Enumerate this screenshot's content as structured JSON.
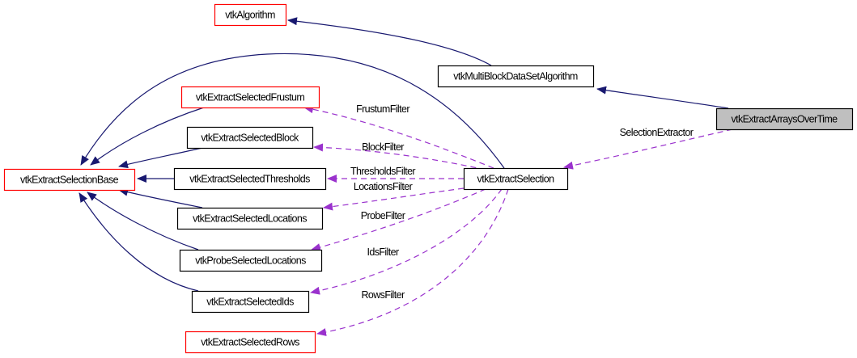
{
  "diagram": {
    "type": "collaboration-graph",
    "colors": {
      "inheritance_edge": "#191970",
      "usage_edge": "#9a32cd",
      "documented_border": "#000000",
      "undocumented_border": "#ff0000",
      "focus_fill": "#bfbfbf"
    },
    "nodes": [
      {
        "id": "vtkAlgorithm",
        "label": "vtkAlgorithm",
        "border": "red"
      },
      {
        "id": "vtkMultiBlockDataSetAlgorithm",
        "label": "vtkMultiBlockDataSetAlgorithm",
        "border": "black"
      },
      {
        "id": "vtkExtractArraysOverTime",
        "label": "vtkExtractArraysOverTime",
        "border": "black",
        "focus": true
      },
      {
        "id": "vtkExtractSelection",
        "label": "vtkExtractSelection",
        "border": "black"
      },
      {
        "id": "vtkExtractSelectionBase",
        "label": "vtkExtractSelectionBase",
        "border": "red"
      },
      {
        "id": "vtkExtractSelectedFrustum",
        "label": "vtkExtractSelectedFrustum",
        "border": "red"
      },
      {
        "id": "vtkExtractSelectedBlock",
        "label": "vtkExtractSelectedBlock",
        "border": "black"
      },
      {
        "id": "vtkExtractSelectedThresholds",
        "label": "vtkExtractSelectedThresholds",
        "border": "black"
      },
      {
        "id": "vtkExtractSelectedLocations",
        "label": "vtkExtractSelectedLocations",
        "border": "black"
      },
      {
        "id": "vtkProbeSelectedLocations",
        "label": "vtkProbeSelectedLocations",
        "border": "black"
      },
      {
        "id": "vtkExtractSelectedIds",
        "label": "vtkExtractSelectedIds",
        "border": "black"
      },
      {
        "id": "vtkExtractSelectedRows",
        "label": "vtkExtractSelectedRows",
        "border": "red"
      }
    ],
    "inheritance_edges": [
      {
        "from": "vtkMultiBlockDataSetAlgorithm",
        "to": "vtkAlgorithm"
      },
      {
        "from": "vtkExtractArraysOverTime",
        "to": "vtkMultiBlockDataSetAlgorithm"
      },
      {
        "from": "vtkExtractSelection",
        "to": "vtkExtractSelectionBase"
      },
      {
        "from": "vtkExtractSelectedFrustum",
        "to": "vtkExtractSelectionBase"
      },
      {
        "from": "vtkExtractSelectedBlock",
        "to": "vtkExtractSelectionBase"
      },
      {
        "from": "vtkExtractSelectedThresholds",
        "to": "vtkExtractSelectionBase"
      },
      {
        "from": "vtkExtractSelectedLocations",
        "to": "vtkExtractSelectionBase"
      },
      {
        "from": "vtkProbeSelectedLocations",
        "to": "vtkExtractSelectionBase"
      },
      {
        "from": "vtkExtractSelectedIds",
        "to": "vtkExtractSelectionBase"
      }
    ],
    "usage_edges": [
      {
        "from": "vtkExtractArraysOverTime",
        "to": "vtkExtractSelection",
        "label": "SelectionExtractor"
      },
      {
        "from": "vtkExtractSelection",
        "to": "vtkExtractSelectedFrustum",
        "label": "FrustumFilter"
      },
      {
        "from": "vtkExtractSelection",
        "to": "vtkExtractSelectedBlock",
        "label": "BlockFilter"
      },
      {
        "from": "vtkExtractSelection",
        "to": "vtkExtractSelectedThresholds",
        "label": "ThresholdsFilter"
      },
      {
        "from": "vtkExtractSelection",
        "to": "vtkExtractSelectedLocations",
        "label": "LocationsFilter"
      },
      {
        "from": "vtkExtractSelection",
        "to": "vtkProbeSelectedLocations",
        "label": "ProbeFilter"
      },
      {
        "from": "vtkExtractSelection",
        "to": "vtkExtractSelectedIds",
        "label": "IdsFilter"
      },
      {
        "from": "vtkExtractSelection",
        "to": "vtkExtractSelectedRows",
        "label": "RowsFilter"
      }
    ]
  }
}
